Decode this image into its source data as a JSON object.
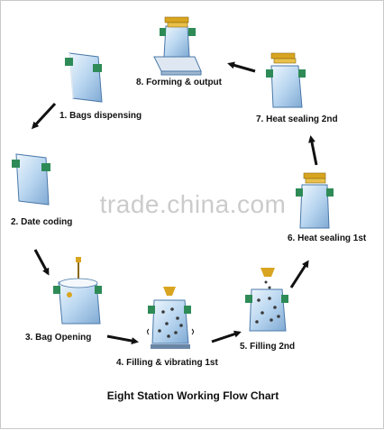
{
  "title": "Eight Station Working Flow Chart",
  "watermark": "trade.china.com",
  "stations": [
    {
      "label": "1. Bags dispensing"
    },
    {
      "label": "2. Date coding"
    },
    {
      "label": "3. Bag Opening"
    },
    {
      "label": "4. Filling & vibrating 1st"
    },
    {
      "label": "5. Filling 2nd"
    },
    {
      "label": "6. Heat sealing 1st"
    },
    {
      "label": "7. Heat sealing 2nd"
    },
    {
      "label": "8. Forming & output"
    }
  ],
  "colors": {
    "bag_fill": "#cfe3f5",
    "bag_edge": "#4a78a8",
    "clamp": "#2e8b57",
    "sealer": "#d9a521",
    "arrow": "#111111"
  }
}
